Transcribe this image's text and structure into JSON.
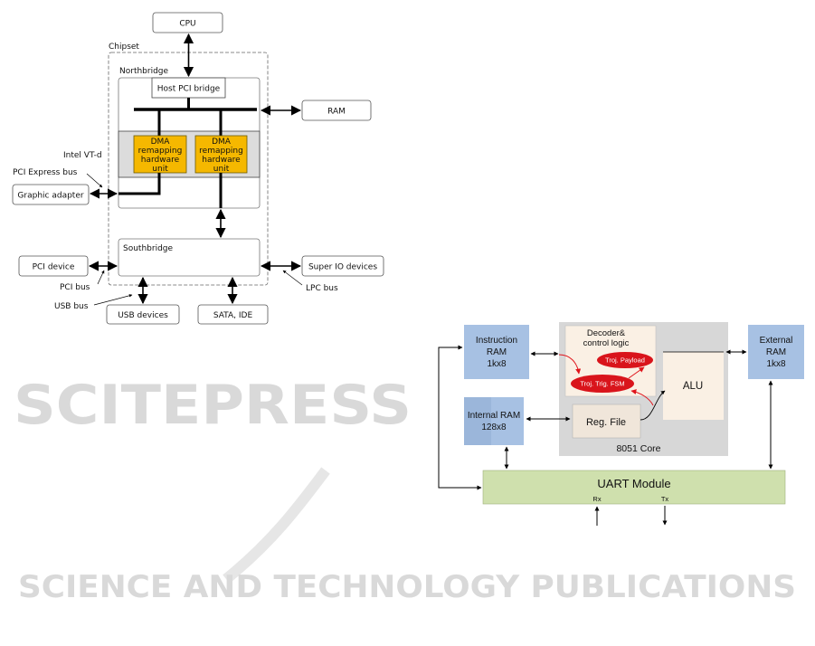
{
  "watermark": {
    "main": "SCITEPRESS",
    "sub": "SCIENCE AND TECHNOLOGY PUBLICATIONS",
    "color": "#d8d8d8"
  },
  "chipset_diagram": {
    "cpu": "CPU",
    "chipset_label": "Chipset",
    "northbridge_label": "Northbridge",
    "host_pci_bridge": "Host PCI bridge",
    "ram": "RAM",
    "intel_vtd": "Intel VT-d",
    "dma_units": [
      {
        "line1": "DMA",
        "line2": "remapping",
        "line3": "hardware",
        "line4": "unit"
      },
      {
        "line1": "DMA",
        "line2": "remapping",
        "line3": "hardware",
        "line4": "unit"
      }
    ],
    "pci_express_bus": "PCI Express bus",
    "graphic_adapter": "Graphic adapter",
    "southbridge_label": "Southbridge",
    "pci_device": "PCI device",
    "pci_bus": "PCI bus",
    "usb_bus": "USB bus",
    "usb_devices": "USB devices",
    "sata_ide": "SATA, IDE",
    "super_io": "Super IO devices",
    "lpc_bus": "LPC bus",
    "colors": {
      "dma": "#f5b800",
      "vtd_band": "#dcdcdc"
    }
  },
  "core_diagram": {
    "instruction_ram": {
      "line1": "Instruction",
      "line2": "RAM",
      "line3": "1kx8"
    },
    "internal_ram": {
      "line1": "Internal RAM",
      "line2": "128x8"
    },
    "external_ram": {
      "line1": "External",
      "line2": "RAM",
      "line3": "1kx8"
    },
    "decoder": {
      "line1": "Decoder&",
      "line2": "control logic"
    },
    "troj_payload": "Troj. Payload",
    "troj_fsm": "Troj. Trig. FSM",
    "alu": "ALU",
    "reg_file": "Reg. File",
    "core_label": "8051 Core",
    "uart": "UART Module",
    "rx": "Rx",
    "tx": "Tx",
    "colors": {
      "ram": "#a7c1e3",
      "core": "#d7d7d7",
      "block": "#faf0e4",
      "uart": "#cfe0ad",
      "trojan": "#d9141b"
    }
  }
}
